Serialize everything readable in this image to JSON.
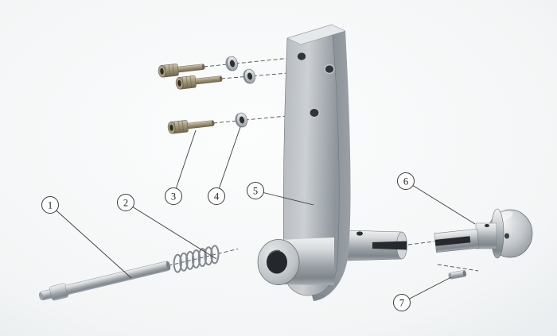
{
  "diagram": {
    "type": "exploded-assembly-drawing",
    "callouts": [
      {
        "label": "1"
      },
      {
        "label": "2"
      },
      {
        "label": "3"
      },
      {
        "label": "4"
      },
      {
        "label": "5"
      },
      {
        "label": "6"
      },
      {
        "label": "7"
      }
    ],
    "palette": {
      "background_center": "#fbfcfc",
      "background_edge": "#e7ebed",
      "metal_light": "#eef0f1",
      "metal_dark": "#7f868c",
      "brass": "#a2977b",
      "hole_dark": "#2b2f33",
      "line": "#3c3c3c"
    }
  }
}
